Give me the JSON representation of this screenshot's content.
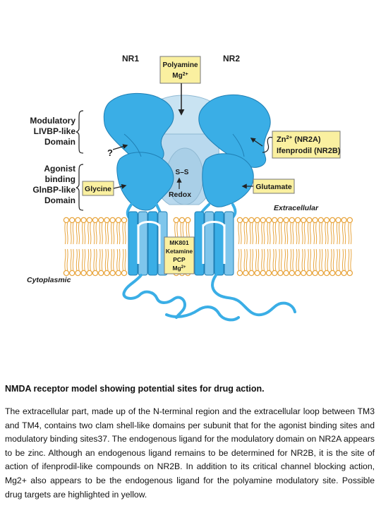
{
  "diagram": {
    "subunit_left": "NR1",
    "subunit_right": "NR2",
    "polyamine": [
      "Polyamine",
      "Mg2+"
    ],
    "modulatory": [
      "Modulatory",
      "LIVBP-like",
      "Domain"
    ],
    "agonist": [
      "Agonist",
      "binding",
      "GlnBP-like",
      "Domain"
    ],
    "question": "?",
    "disulfide": "S–S",
    "redox": "Redox",
    "glycine": "Glycine",
    "glutamate": "Glutamate",
    "zn_line1": "Zn2+ (NR2A)",
    "zn_line2": "Ifenprodil (NR2B)",
    "extracellular": "Extracellular",
    "cytoplasmic": "Cytoplasmic",
    "channel_blockers": [
      "MK801",
      "Ketamine",
      "PCP",
      "Mg2+"
    ],
    "colors": {
      "domain": "#3aaee6",
      "highlight": "#faf0a0",
      "lipid": "#e8a640",
      "shadow": "#a8cfe6"
    }
  },
  "caption": {
    "title": "NMDA receptor model showing potential sites for drug action.",
    "body": "The extracellular part, made up of the N-terminal region and the extracellular loop between TM3 and TM4, contains two clam shell-like domains per subunit that for the agonist binding sites and modulatory binding sites37. The endogenous ligand for the modulatory domain on NR2A appears to be zinc. Although an endogenous ligand remains to be determined for NR2B, it is the site of action of ifenprodil-like compounds on NR2B. In addition to its critical channel blocking action, Mg2+ also appears to be the endogenous ligand for the polyamine modulatory site. Possible drug targets are highlighted in yellow."
  }
}
